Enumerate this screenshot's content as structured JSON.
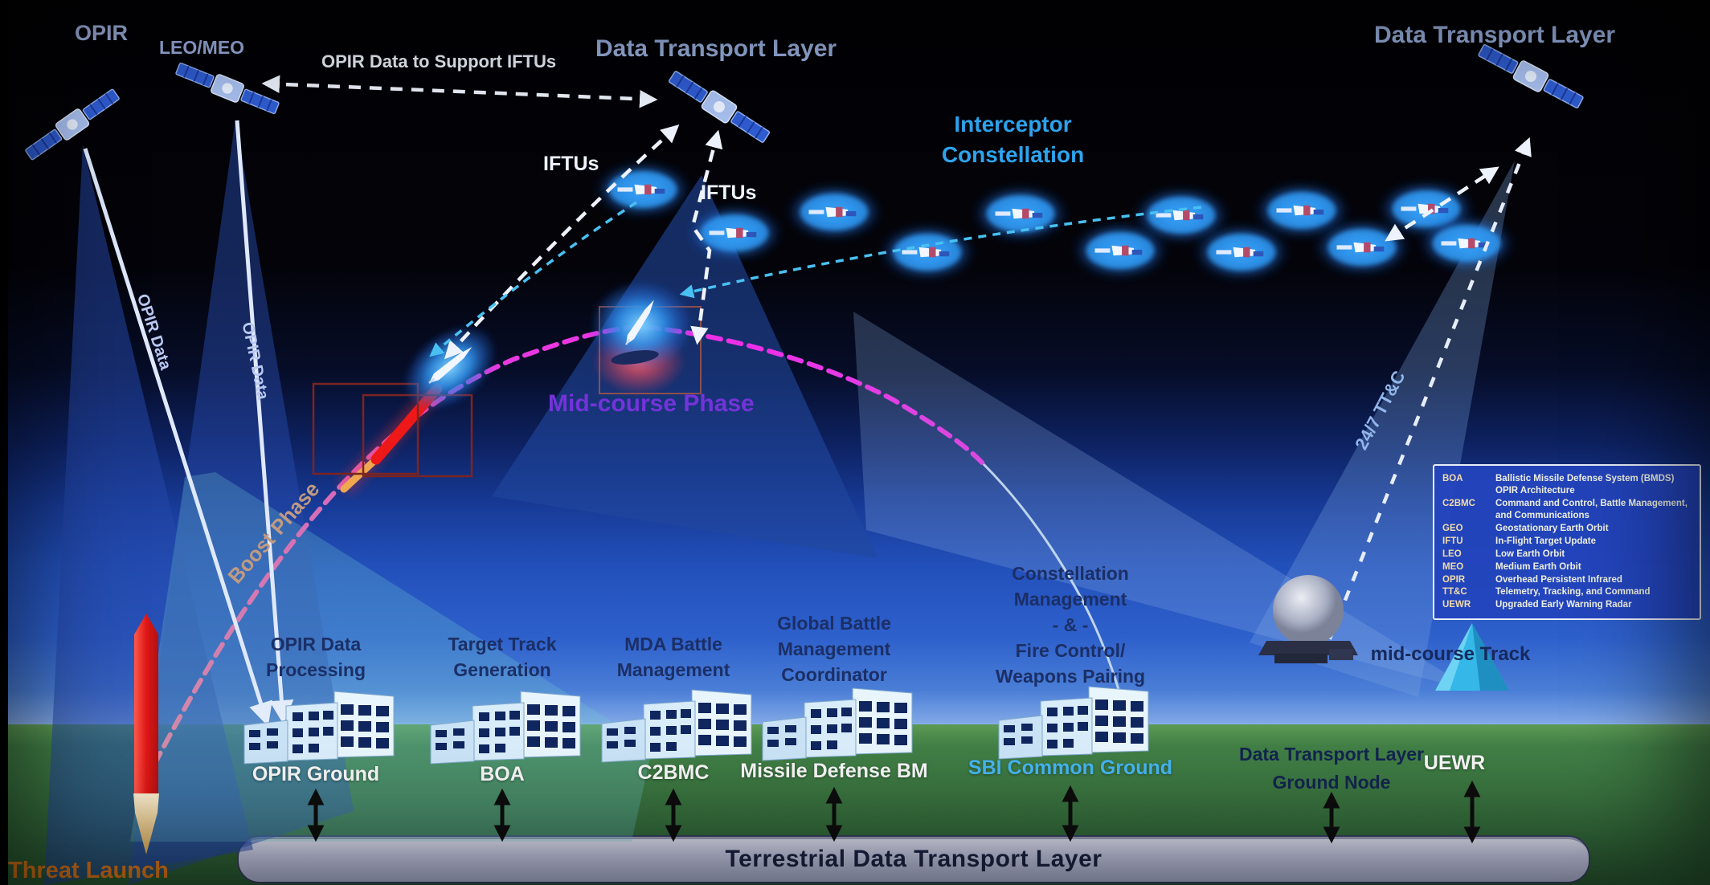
{
  "space_layer": {
    "opir_label": "OPIR",
    "leo_meo_label": "LEO/MEO",
    "opir_support_label": "OPIR Data to Support IFTUs",
    "dtl_center_label": "Data Transport Layer",
    "dtl_right_label": "Data Transport Layer",
    "constellation_label_line1": "Interceptor",
    "constellation_label_line2": "Constellation",
    "iftu_label_1": "IFTUs",
    "iftu_label_2": "IFTUs",
    "opir_data_label_1": "OPIR Data",
    "opir_data_label_2": "OPIR Data",
    "ttc_label": "24/7 TT&C"
  },
  "trajectory": {
    "threat_launch_label": "Threat Launch",
    "boost_phase_label": "Boost Phase",
    "midcourse_phase_label": "Mid-course Phase",
    "midcourse_track_label": "mid-course Track"
  },
  "ground_layer": {
    "terrestrial_bar_label": "Terrestrial Data Transport Layer",
    "nodes": [
      {
        "id": "opir-ground",
        "name": "OPIR Ground",
        "desc": [
          "OPIR Data",
          "Processing"
        ],
        "icon": "building-icon",
        "name_color": "#f5f5f5"
      },
      {
        "id": "boa",
        "name": "BOA",
        "desc": [
          "Target Track",
          "Generation"
        ],
        "icon": "building-icon",
        "name_color": "#f5f5f5"
      },
      {
        "id": "c2bmc",
        "name": "C2BMC",
        "desc": [
          "MDA Battle",
          "Management"
        ],
        "icon": "building-icon",
        "name_color": "#f5f5f5"
      },
      {
        "id": "missile-defense-bm",
        "name": "Missile Defense BM",
        "desc": [
          "Global Battle",
          "Management",
          "Coordinator"
        ],
        "icon": "building-icon",
        "name_color": "#f5f5f5"
      },
      {
        "id": "sbi-common-ground",
        "name": "SBI Common Ground",
        "desc": [
          "Constellation",
          "Management",
          "- & -",
          "Fire Control/",
          "Weapons Pairing"
        ],
        "icon": "building-icon",
        "name_color": "#45b4f0"
      },
      {
        "id": "dtl-ground-node",
        "name": "Data Transport Layer Ground Node",
        "name_lines": [
          "Data Transport Layer",
          "Ground Node"
        ],
        "desc": [],
        "icon": "radome-icon",
        "name_color": "#13244e"
      },
      {
        "id": "uewr",
        "name": "UEWR",
        "desc": [],
        "icon": "radar-pyramid-icon",
        "name_color": "#f5f5f5"
      }
    ]
  },
  "legend": {
    "entries": [
      {
        "abbr": "BOA",
        "definition": "Ballistic Missile Defense System (BMDS) OPIR Architecture"
      },
      {
        "abbr": "C2BMC",
        "definition": "Command and Control, Battle Management, and Communications"
      },
      {
        "abbr": "GEO",
        "definition": "Geostationary Earth Orbit"
      },
      {
        "abbr": "IFTU",
        "definition": "In-Flight Target Update"
      },
      {
        "abbr": "LEO",
        "definition": "Low Earth Orbit"
      },
      {
        "abbr": "MEO",
        "definition": "Medium Earth Orbit"
      },
      {
        "abbr": "OPIR",
        "definition": "Overhead Persistent Infrared"
      },
      {
        "abbr": "TT&C",
        "definition": "Telemetry, Tracking, and Command"
      },
      {
        "abbr": "UEWR",
        "definition": "Upgraded Early Warning Radar"
      }
    ]
  },
  "colors": {
    "accent_cyan": "#2ea4ee",
    "trajectory_magenta": "#e83ae0",
    "threat_orange": "#e87c1a",
    "boost_red": "#e01818",
    "sky_blue": "#2a5ac6",
    "ground_green": "#3f7d44",
    "label_navy": "#1b2f66"
  }
}
